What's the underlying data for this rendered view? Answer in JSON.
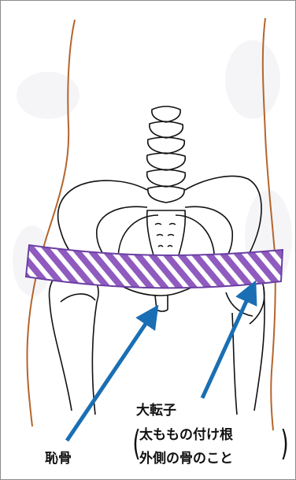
{
  "labels": {
    "pubis": "恥骨",
    "greater_trochanter": "大転子",
    "description_line1": "太ももの付け根",
    "description_line2": "外側の骨のこと",
    "paren_open": "(",
    "paren_close": ")"
  },
  "colors": {
    "band_fill": "#8f5bbf",
    "band_edge": "#6b3fa3",
    "arrow": "#1a6fb4",
    "body_outline": "#b5652c",
    "bone_outline": "#111111"
  }
}
